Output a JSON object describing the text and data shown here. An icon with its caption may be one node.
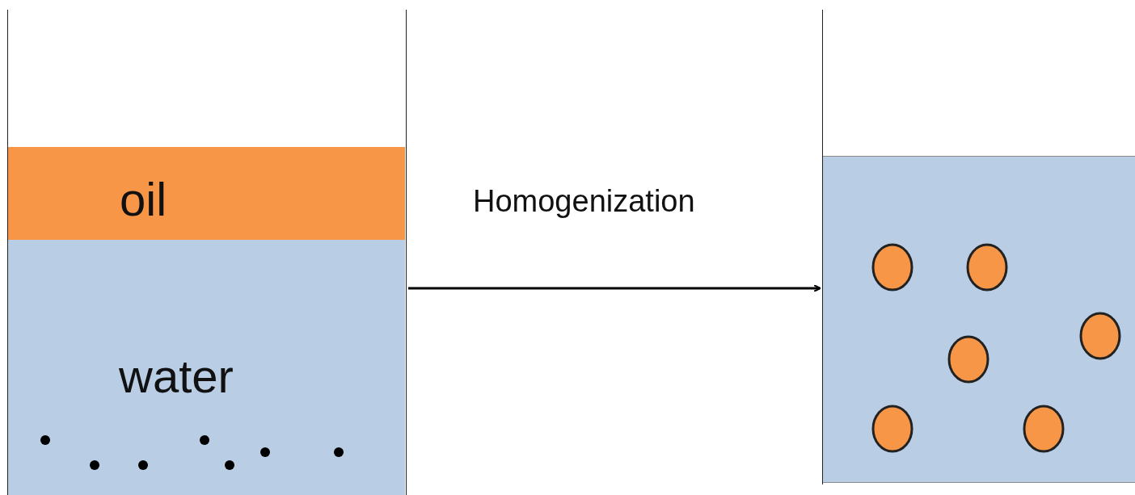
{
  "diagram": {
    "nodes": [
      {
        "text": [],
        "shape": "box"
      },
      {
        "text": [
          "oil"
        ],
        "in": 0
      },
      {
        "text": [
          "water"
        ],
        "in": 0
      },
      {
        "text": [],
        "shape": "box"
      }
    ],
    "edges": [
      {
        "from": 0,
        "to": 3,
        "arrow": "to",
        "label": "Homogenization"
      }
    ]
  }
}
